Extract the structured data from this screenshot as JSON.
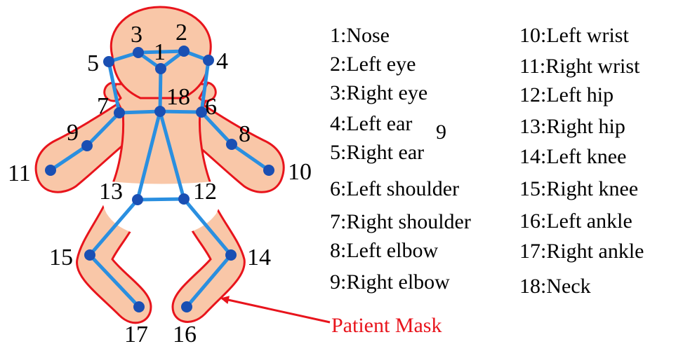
{
  "colors": {
    "mask_outline": "#e8141c",
    "skin": "#f9c7a8",
    "diaper": "#ffffff",
    "bone": "#2a8fe0",
    "joint": "#1a4fb3",
    "text": "#000000",
    "annotation": "#e8141c"
  },
  "keypoint_numbers": [
    "1",
    "2",
    "3",
    "4",
    "5",
    "6",
    "7",
    "8",
    "9",
    "10",
    "11",
    "12",
    "13",
    "14",
    "15",
    "16",
    "17",
    "18"
  ],
  "legend": {
    "col1": [
      "1:Nose",
      "2:Left eye",
      "3:Right eye",
      "4:Left ear",
      "5:Right ear",
      "6:Left shoulder",
      "7:Right shoulder",
      "8:Left elbow",
      "9:Right elbow"
    ],
    "col2": [
      "10:Left wrist",
      "11:Right wrist",
      "12:Left hip",
      "13:Right hip",
      "14:Left knee",
      "15:Right knee",
      "16:Left ankle",
      "17:Right ankle",
      "18:Neck"
    ]
  },
  "stray_number": "9",
  "annotation": {
    "label": "Patient Mask"
  }
}
